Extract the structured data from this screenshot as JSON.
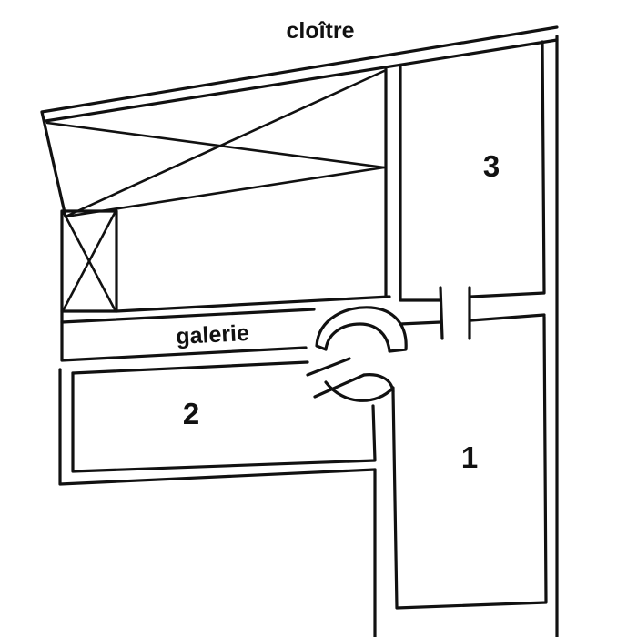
{
  "labels": {
    "top": "cloître",
    "corridor": "galerie",
    "room1": "1",
    "room2": "2",
    "room3": "3"
  }
}
